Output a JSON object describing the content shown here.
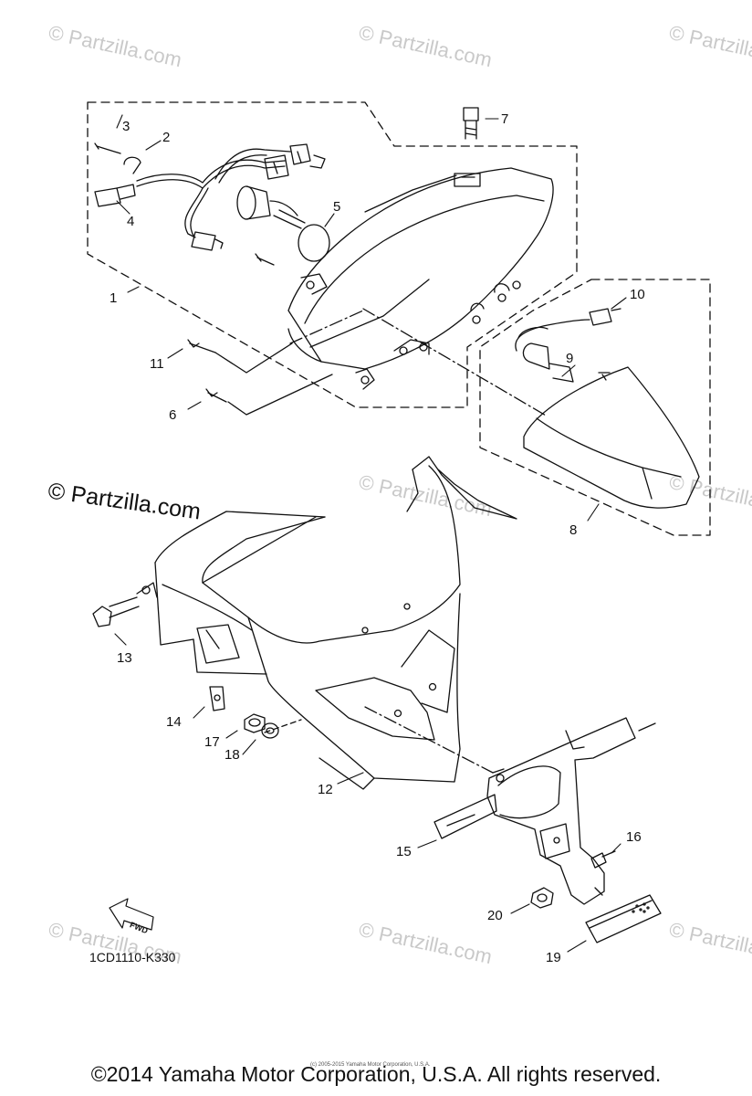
{
  "watermarks": {
    "small": "© Partzilla.com",
    "large": "© Partzilla.com"
  },
  "callouts": [
    "1",
    "2",
    "3",
    "4",
    "5",
    "6",
    "7",
    "8",
    "9",
    "10",
    "11",
    "12",
    "13",
    "14",
    "15",
    "16",
    "17",
    "18",
    "19",
    "20"
  ],
  "fwd_label": "FWD",
  "diagram_code": "1CD1110-K330",
  "copyright": "©2014 Yamaha Motor Corporation, U.S.A. All rights reserved.",
  "microprint": "(c) 2005-2015 Yamaha Motor Corporation, U.S.A."
}
